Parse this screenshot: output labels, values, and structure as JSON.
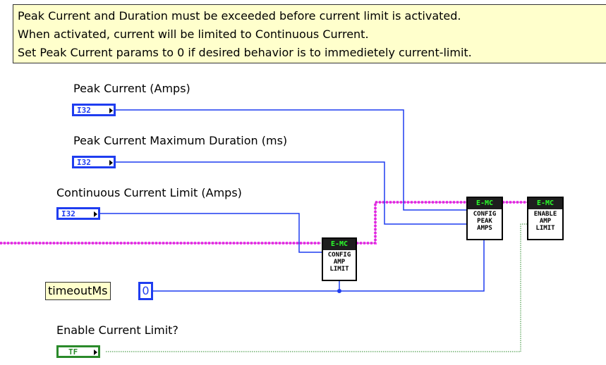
{
  "comment": {
    "lines": [
      "Peak Current and Duration must be exceeded before current limit is activated.",
      "When activated, current will be limited to Continuous Current.",
      "Set Peak Current params to 0 if desired behavior is to immedietely current-limit."
    ]
  },
  "controls": {
    "peak_current": {
      "label": "Peak Current (Amps)",
      "type": "I32"
    },
    "peak_duration": {
      "label": "Peak Current Maximum Duration (ms)",
      "type": "I32"
    },
    "continuous_limit": {
      "label": "Continuous Current Limit (Amps)",
      "type": "I32"
    },
    "enable_limit": {
      "label": "Enable Current Limit?",
      "type": "TF"
    }
  },
  "constants": {
    "timeout_label": "timeoutMs",
    "timeout_value": "0"
  },
  "subvis": {
    "config_amp_limit": {
      "header": "E-MC",
      "body": "CONFIG\nAMP\nLIMIT"
    },
    "config_peak_amps": {
      "header": "E-MC",
      "body": "CONFIG\nPEAK\nAMPS"
    },
    "enable_amp_limit": {
      "header": "E-MC",
      "body": "ENABLE\nAMP\nLIMIT"
    }
  },
  "colors": {
    "int_wire": "#1f3df0",
    "bool_wire": "#2a8a2a",
    "class_wire": "#ff40ff",
    "comment_bg": "#ffffcc"
  }
}
